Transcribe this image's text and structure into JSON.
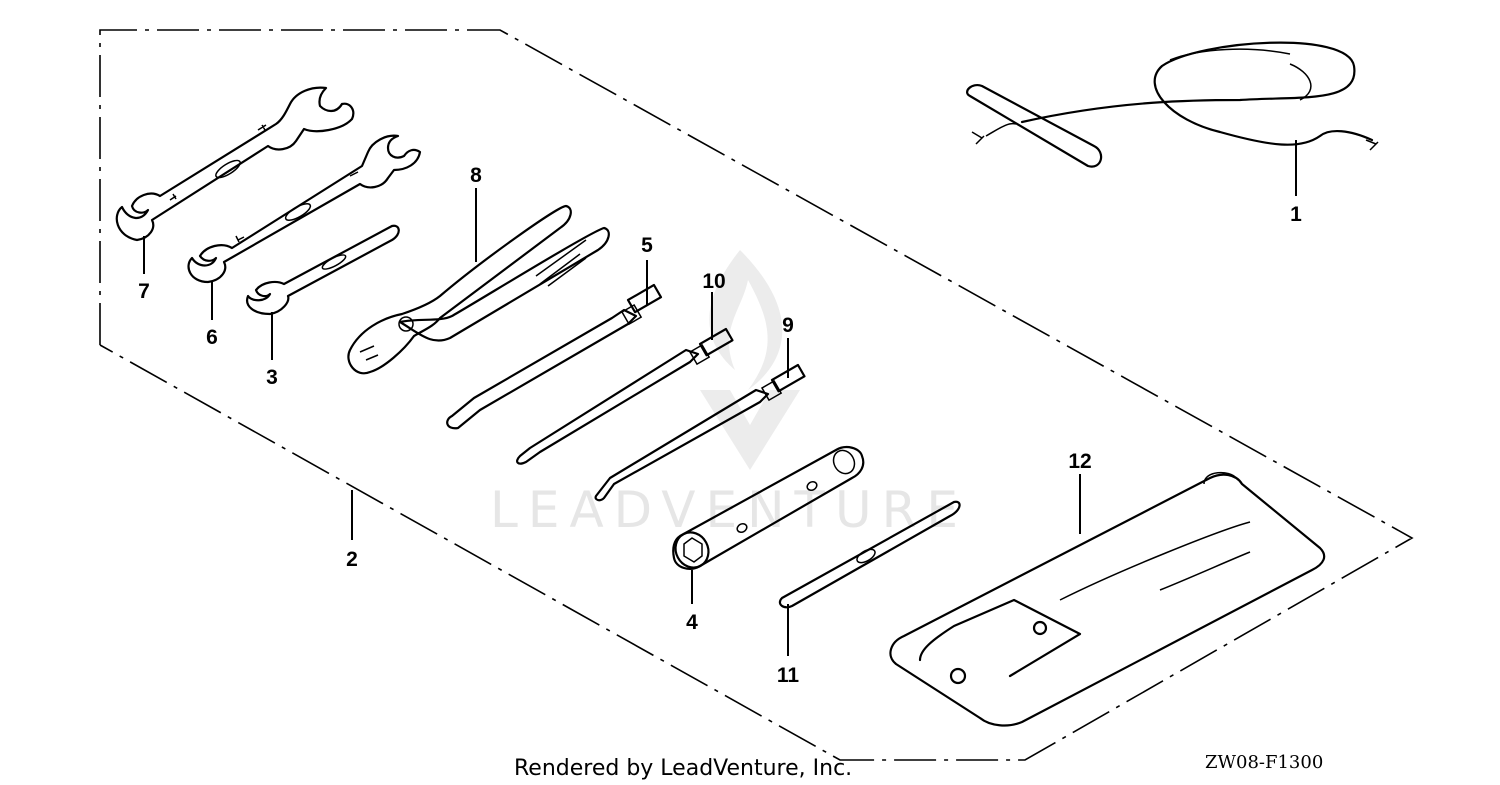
{
  "diagram": {
    "parts": [
      {
        "id": "1",
        "label": "1"
      },
      {
        "id": "2",
        "label": "2"
      },
      {
        "id": "3",
        "label": "3"
      },
      {
        "id": "4",
        "label": "4"
      },
      {
        "id": "5",
        "label": "5"
      },
      {
        "id": "6",
        "label": "6"
      },
      {
        "id": "7",
        "label": "7"
      },
      {
        "id": "8",
        "label": "8"
      },
      {
        "id": "9",
        "label": "9"
      },
      {
        "id": "10",
        "label": "10"
      },
      {
        "id": "11",
        "label": "11"
      },
      {
        "id": "12",
        "label": "12"
      }
    ],
    "watermark": "LEADVENTURE",
    "footer_credit": "Rendered by LeadVenture, Inc.",
    "diagram_code": "ZW08-F1300",
    "icons": [
      "wrench-icon",
      "pliers-icon",
      "screwdriver-icon",
      "box-wrench-icon",
      "tool-bag-icon",
      "starter-rope-icon"
    ],
    "colors": {
      "line": "#000000",
      "background": "#ffffff",
      "watermark": "#e6e6e6"
    }
  }
}
